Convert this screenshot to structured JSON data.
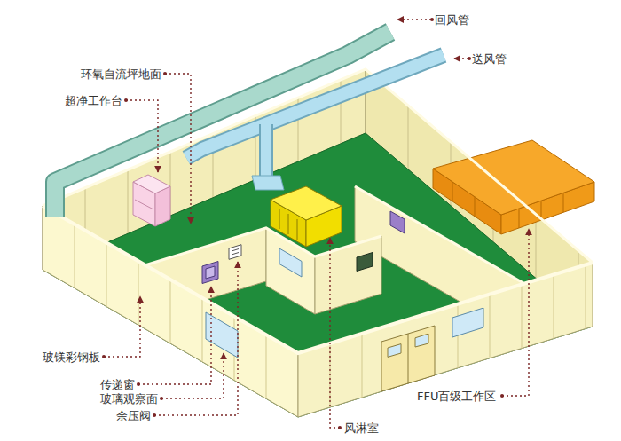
{
  "diagram": {
    "labels": [
      "回风管",
      "送风管",
      "环氧自流坪地面",
      "超净工作台",
      "玻镁彩钢板",
      "FFU百级工作区",
      "传递窗",
      "玻璃观察面",
      "余压阀",
      "风淋室"
    ]
  }
}
